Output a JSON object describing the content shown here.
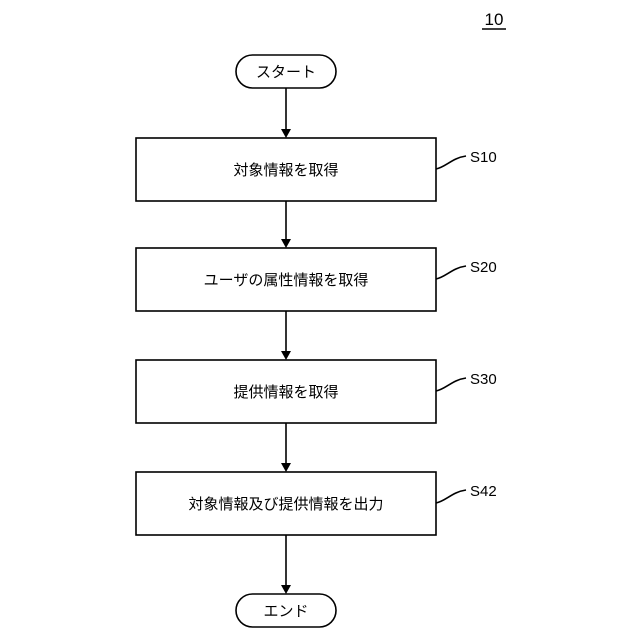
{
  "figure_number": "10",
  "start_label": "スタート",
  "end_label": "エンド",
  "steps": [
    {
      "id": "S10",
      "text": "対象情報を取得"
    },
    {
      "id": "S20",
      "text": "ユーザの属性情報を取得"
    },
    {
      "id": "S30",
      "text": "提供情報を取得"
    },
    {
      "id": "S42",
      "text": "対象情報及び提供情報を出力"
    }
  ]
}
